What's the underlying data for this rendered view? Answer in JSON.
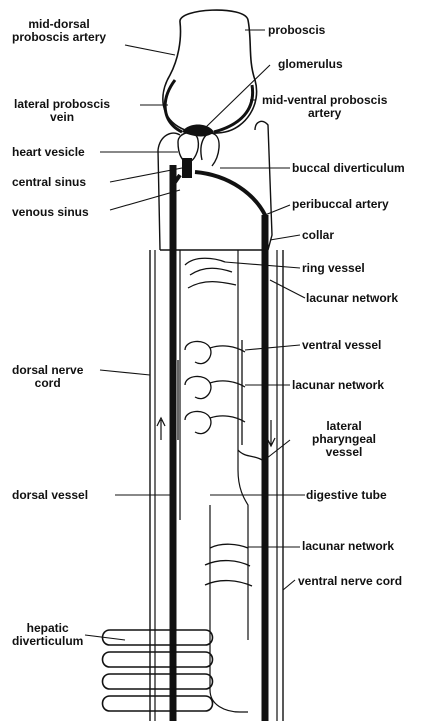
{
  "labels": {
    "mid_dorsal_proboscis_artery": [
      "mid-dorsal",
      "proboscis artery"
    ],
    "proboscis": "proboscis",
    "glomerulus": "glomerulus",
    "lateral_proboscis_vein": [
      "lateral proboscis",
      "vein"
    ],
    "mid_ventral_proboscis_artery": [
      "mid-ventral proboscis",
      "artery"
    ],
    "heart_vesicle": "heart vesicle",
    "buccal_diverticulum": "buccal diverticulum",
    "central_sinus": "central sinus",
    "venous_sinus": "venous sinus",
    "peribuccal_artery": "peribuccal artery",
    "collar": "collar",
    "ring_vessel": "ring vessel",
    "lacunar_network_1": "lacunar network",
    "ventral_vessel": "ventral vessel",
    "dorsal_nerve_cord": [
      "dorsal nerve",
      "cord"
    ],
    "lacunar_network_2": "lacunar network",
    "lateral_pharyngeal_vessel": [
      "lateral",
      "pharyngeal",
      "vessel"
    ],
    "dorsal_vessel": "dorsal vessel",
    "digestive_tube": "digestive tube",
    "lacunar_network_3": "lacunar network",
    "ventral_nerve_cord": "ventral nerve cord",
    "hepatic_diverticulum": [
      "hepatic",
      "diverticulum"
    ]
  },
  "colors": {
    "ink": "#111111",
    "paper": "#ffffff"
  }
}
